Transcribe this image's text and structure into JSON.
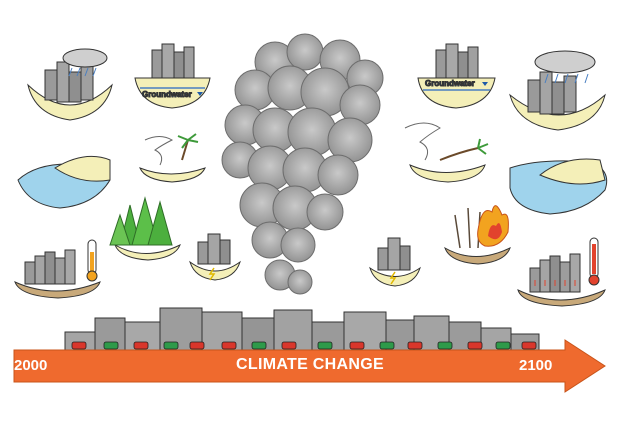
{
  "timeline": {
    "start_year": "2000",
    "end_year": "2100",
    "title": "CLIMATE CHANGE"
  },
  "labels": {
    "groundwater_left": "Groundwater",
    "groundwater_right": "Groundwater"
  },
  "colors": {
    "arrow": "#ef6a2e",
    "smoke": "#a9a9a9",
    "building": "#9a9a9a",
    "ground": "#f4efb8",
    "water": "#9fd3ec",
    "forest": "#4caf3e",
    "fire": "#f2a31f",
    "thermometer_fill": "#e2432d",
    "car_red": "#d9362b",
    "car_green": "#2e9a4a"
  },
  "icons": [
    "rain-city-icon",
    "groundwater-icon",
    "hurricane-icon",
    "coast-icon",
    "forest-icon",
    "fire-forest-icon",
    "power-plant-icon",
    "thermometer-icon",
    "smoke-cloud-icon",
    "timeline-arrow-icon"
  ]
}
